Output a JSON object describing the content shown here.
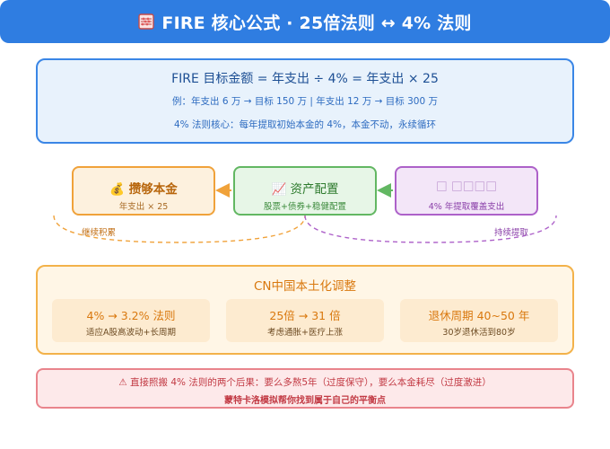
{
  "header": {
    "title": "FIRE 核心公式 · 25倍法则 ↔ 4% 法则",
    "icon": "abacus-icon"
  },
  "formula": {
    "line1": "FIRE 目标金额 = 年支出 ÷ 4% = 年支出 × 25",
    "line2": "例：年支出 6 万 → 目标 150 万 | 年支出 12 万 → 目标 300 万",
    "line3": "4% 法则核心：每年提取初始本金的 4%，本金不动，永续循环"
  },
  "nodes": [
    {
      "icon": "💰",
      "title": "攒够本金",
      "sub": "年支出 × 25"
    },
    {
      "icon": "📈",
      "title": "资产配置",
      "sub": "股票+债券+稳健配置"
    },
    {
      "icon": "□",
      "title": "□□□□",
      "sub": "4% 年提取覆盖支出"
    }
  ],
  "flow_labels": {
    "left": "继续积累",
    "right": "持续提取"
  },
  "localization": {
    "title": "CN中国本土化调整",
    "cards": [
      {
        "title": "4% → 3.2% 法则",
        "sub": "适应A股高波动+长周期"
      },
      {
        "title": "25倍 → 31 倍",
        "sub": "考虑通胀+医疗上涨"
      },
      {
        "title": "退休周期 40~50 年",
        "sub": "30岁退休活到80岁"
      }
    ]
  },
  "warning": {
    "line1": "⚠ 直接照搬 4% 法则的两个后果：要么多熬5年（过度保守），要么本金耗尽（过度激进）",
    "line2": "蒙特卡洛模拟帮你找到属于自己的平衡点"
  },
  "colors": {
    "header": "#2f7de1",
    "blue_border": "#3a86e6",
    "orange": "#f0a23a",
    "green": "#62b762",
    "purple": "#ad61c9",
    "red": "#e9848c"
  }
}
